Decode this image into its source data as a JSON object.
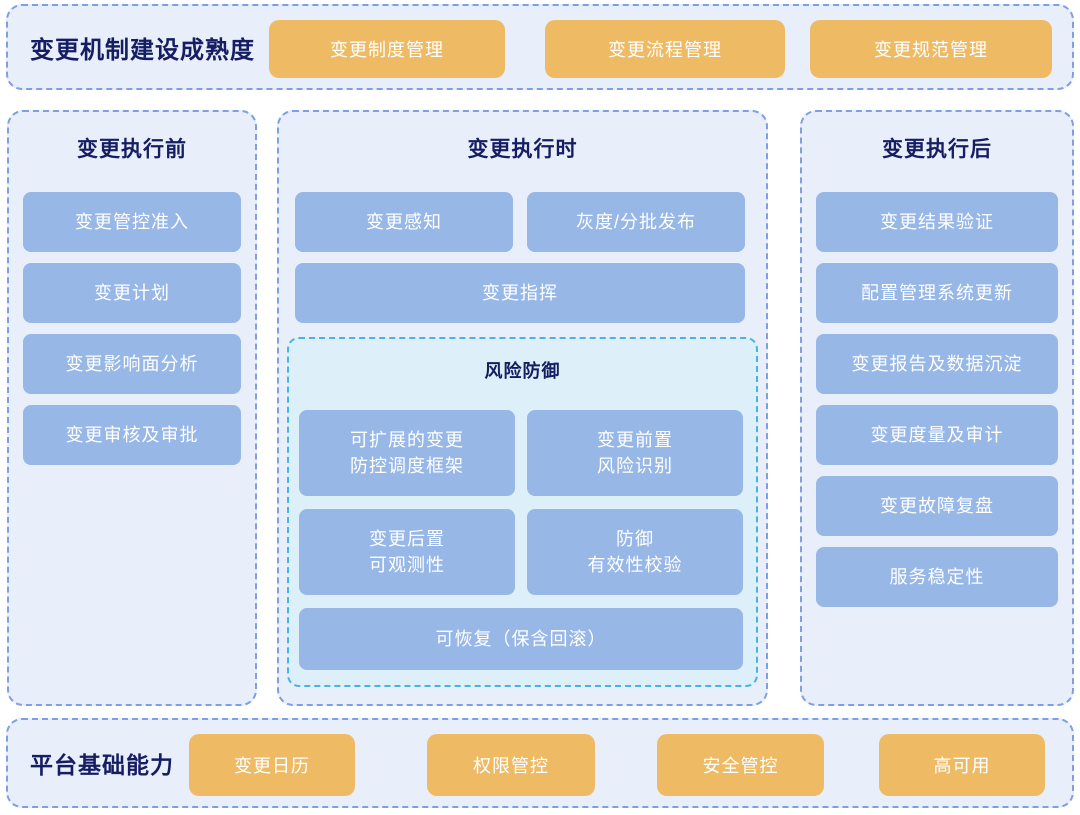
{
  "colors": {
    "panel_background": "#e8eefa",
    "panel_border": "#7e9fe2",
    "blue_item": "#97b7e7",
    "orange_item": "#efba64",
    "title_navy": "#161d63",
    "risk_background": "#ddeff8",
    "risk_border": "#46b4e2",
    "item_text": "#ffffff"
  },
  "top_bar": {
    "title": "变更机制建设成熟度",
    "items": [
      "变更制度管理",
      "变更流程管理",
      "变更规范管理"
    ]
  },
  "columns": {
    "before": {
      "title": "变更执行前",
      "items": [
        "变更管控准入",
        "变更计划",
        "变更影响面分析",
        "变更审核及审批"
      ]
    },
    "during": {
      "title": "变更执行时",
      "row1": [
        "变更感知",
        "灰度/分批发布"
      ],
      "row2": "变更指挥",
      "risk": {
        "title": "风险防御",
        "grid": [
          "可扩展的变更\n防控调度框架",
          "变更前置\n风险识别",
          "变更后置\n可观测性",
          "防御\n有效性校验"
        ],
        "full": "可恢复（保含回滚）"
      }
    },
    "after": {
      "title": "变更执行后",
      "items": [
        "变更结果验证",
        "配置管理系统更新",
        "变更报告及数据沉淀",
        "变更度量及审计",
        "变更故障复盘",
        "服务稳定性"
      ]
    }
  },
  "bottom_bar": {
    "title": "平台基础能力",
    "items": [
      "变更日历",
      "权限管控",
      "安全管控",
      "高可用"
    ]
  }
}
